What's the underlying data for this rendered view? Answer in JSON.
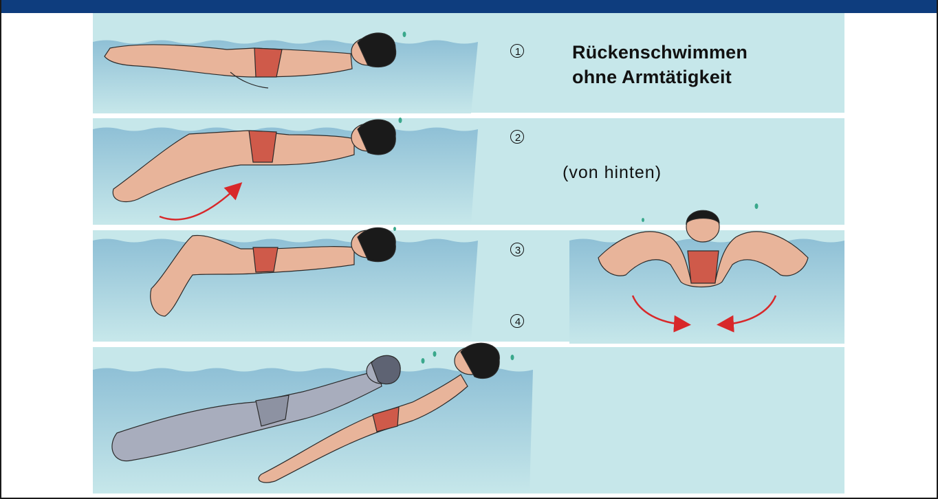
{
  "title_line1": "Rückenschwimmen",
  "title_line2": "ohne Armtätigkeit",
  "caption": "(von hinten)",
  "steps": [
    "1",
    "2",
    "3",
    "4"
  ],
  "colors": {
    "header_bar": "#0e3d7e",
    "water": "#9fcbdc",
    "background": "#c6e7ea",
    "skin": "#e8b49a",
    "swimsuit": "#cf5a4a",
    "arrow": "#d8282a",
    "hair": "#1a1a1a",
    "ghost_figure": "#a8adbd"
  },
  "icons": [
    "motion-arrow-icon",
    "water-drop-icon"
  ]
}
